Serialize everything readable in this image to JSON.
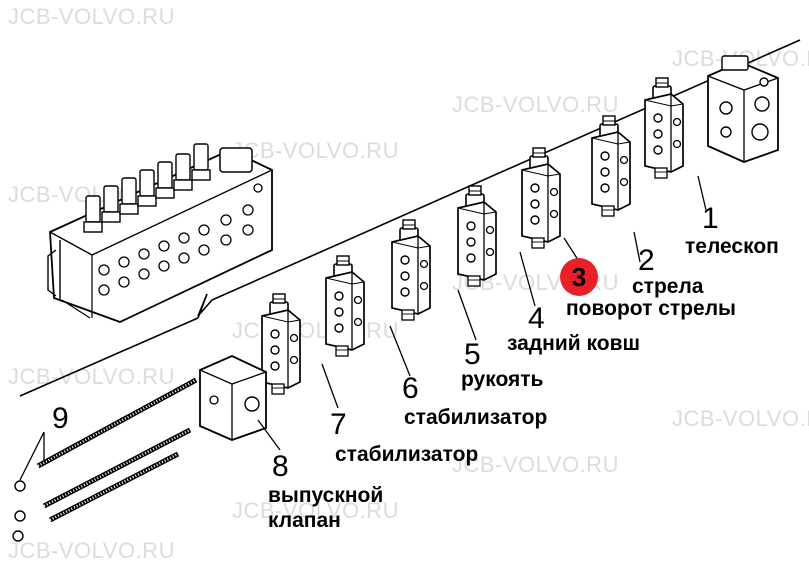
{
  "watermark": "JCB-VOLVO.RU",
  "callouts": [
    {
      "number": "1",
      "label": "телескоп"
    },
    {
      "number": "2",
      "label": "стрела"
    },
    {
      "number": "3",
      "label": "поворот стрелы",
      "highlight": "#e8202a"
    },
    {
      "number": "4",
      "label": "задний ковш"
    },
    {
      "number": "5",
      "label": "рукоять"
    },
    {
      "number": "6",
      "label": "стабилизатор"
    },
    {
      "number": "7",
      "label": "стабилизатор"
    },
    {
      "number": "8",
      "label": "выпускной клапан"
    },
    {
      "number": "9",
      "label": ""
    }
  ]
}
